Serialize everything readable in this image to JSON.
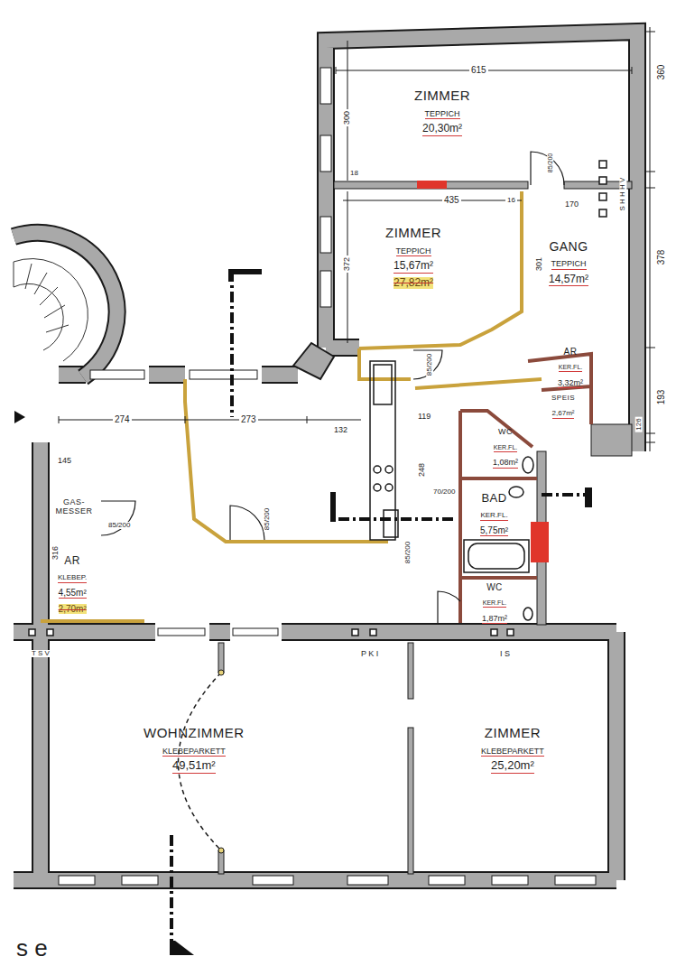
{
  "diagram": {
    "nodes": [
      {
        "text": [
          "ZIMMER",
          "TEPPICH",
          "20,30m²"
        ]
      },
      {
        "text": [
          "ZIMMER",
          "TEPPICH",
          "15,67m²",
          "27,82m²"
        ]
      },
      {
        "text": [
          "GANG",
          "TEPPICH",
          "14,57m²"
        ]
      },
      {
        "text": [
          "AR",
          "KER.FL.",
          "3,32m²"
        ]
      },
      {
        "text": [
          "SPEIS",
          "2,67m²"
        ]
      },
      {
        "text": [
          "WC",
          "KER.FL.",
          "1,08m²"
        ]
      },
      {
        "text": [
          "GAS-MESSER"
        ]
      },
      {
        "text": [
          "BAD",
          "KER.FL.",
          "5,75m²"
        ]
      },
      {
        "text": [
          "AR",
          "KLEBEP.",
          "4,55m²",
          "2,70m²"
        ]
      },
      {
        "text": [
          "WC",
          "KER.FL.",
          "1,87m²"
        ]
      },
      {
        "text": [
          "WOHNZIMMER",
          "KLEBEPARKETT",
          "49,51m²"
        ]
      },
      {
        "text": [
          "ZIMMER",
          "KLEBEPARKETT",
          "25,20m²"
        ]
      }
    ],
    "labels": [
      "615",
      "360",
      "300",
      "18",
      "435",
      "16",
      "170",
      "372",
      "301",
      "378",
      "193",
      "126",
      "274",
      "273",
      "132",
      "119",
      "248",
      "145",
      "316",
      "85/200",
      "85/200",
      "85/200",
      "85/200",
      "70/200",
      "85/200",
      "T S V",
      "P K I",
      "I S",
      "S H H H V",
      "s e"
    ]
  }
}
